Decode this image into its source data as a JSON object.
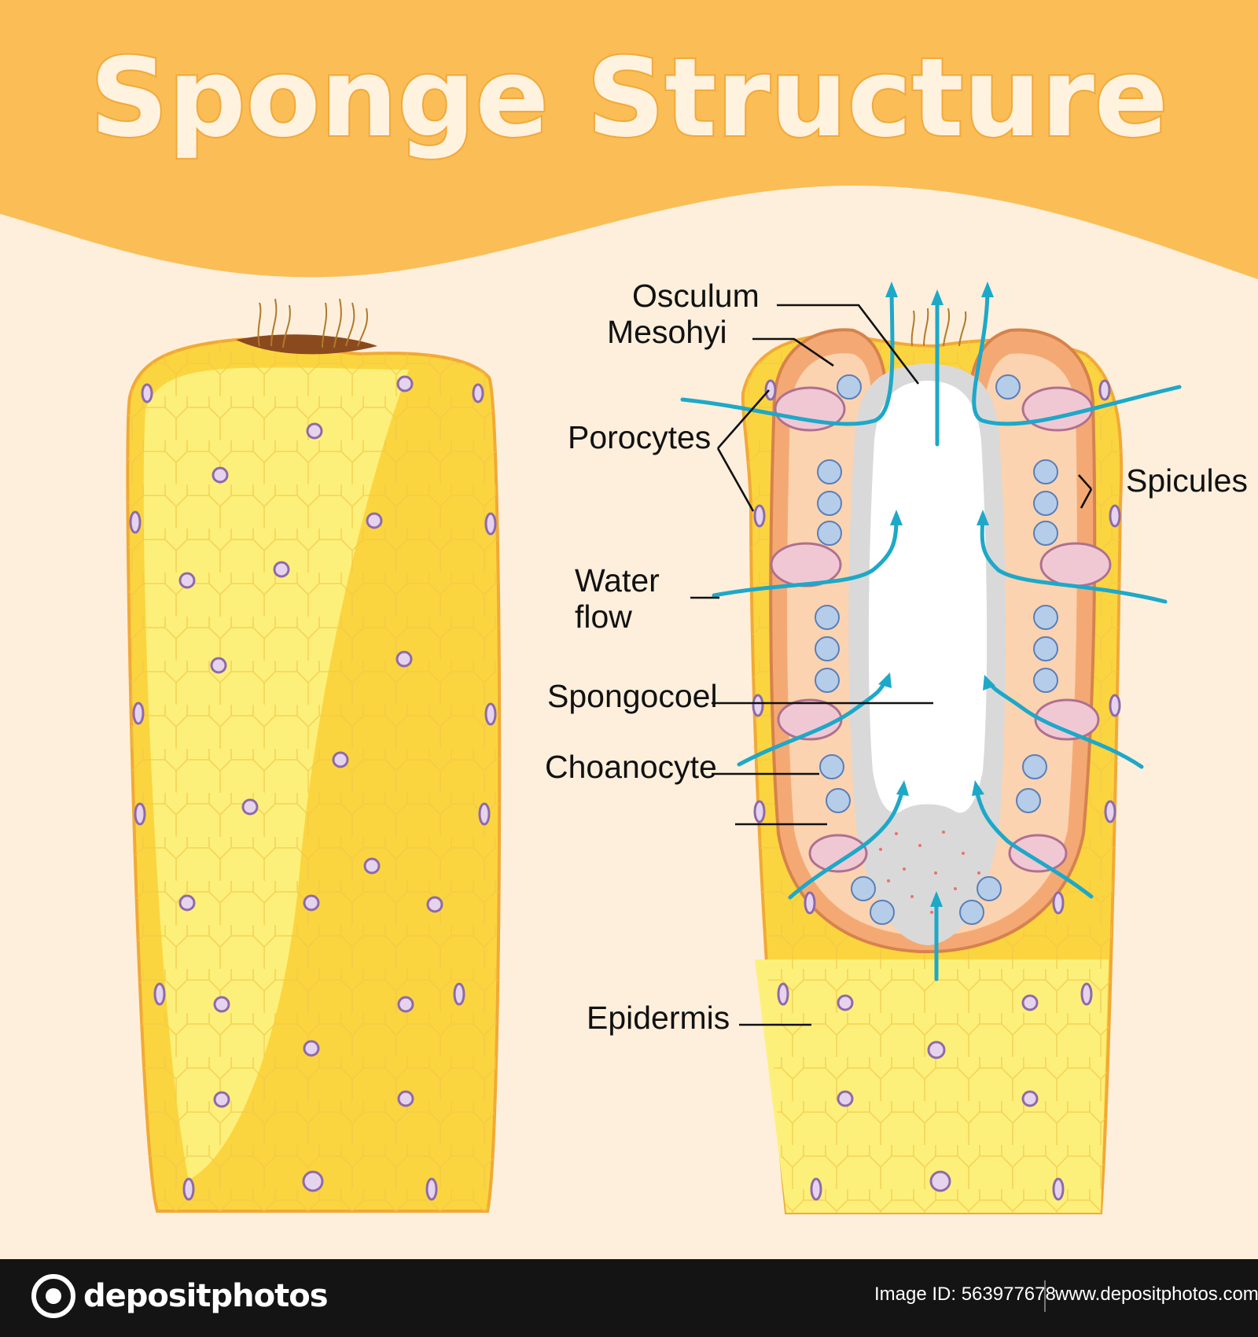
{
  "title": "Sponge Structure",
  "labels": {
    "osculum": "Osculum",
    "mesohyl": "Mesohyi",
    "porocytes": "Porocytes",
    "spicules": "Spicules",
    "water_line1": "Water",
    "water_line2": "flow",
    "spongocoel": "Spongocoel",
    "choanocyte": "Choanocyte",
    "epidermis": "Epidermis"
  },
  "footer": {
    "logo": "depositphotos",
    "image_id": "Image ID: 563977678",
    "site": "www.depositphotos.com"
  },
  "colors": {
    "banner": "#fbbd55",
    "background": "#fdefdc",
    "body_yellow": "#fdf07a",
    "body_outline": "#f2a936",
    "water_flow": "#1ea8c8",
    "pore_purple": "#b89acb"
  }
}
